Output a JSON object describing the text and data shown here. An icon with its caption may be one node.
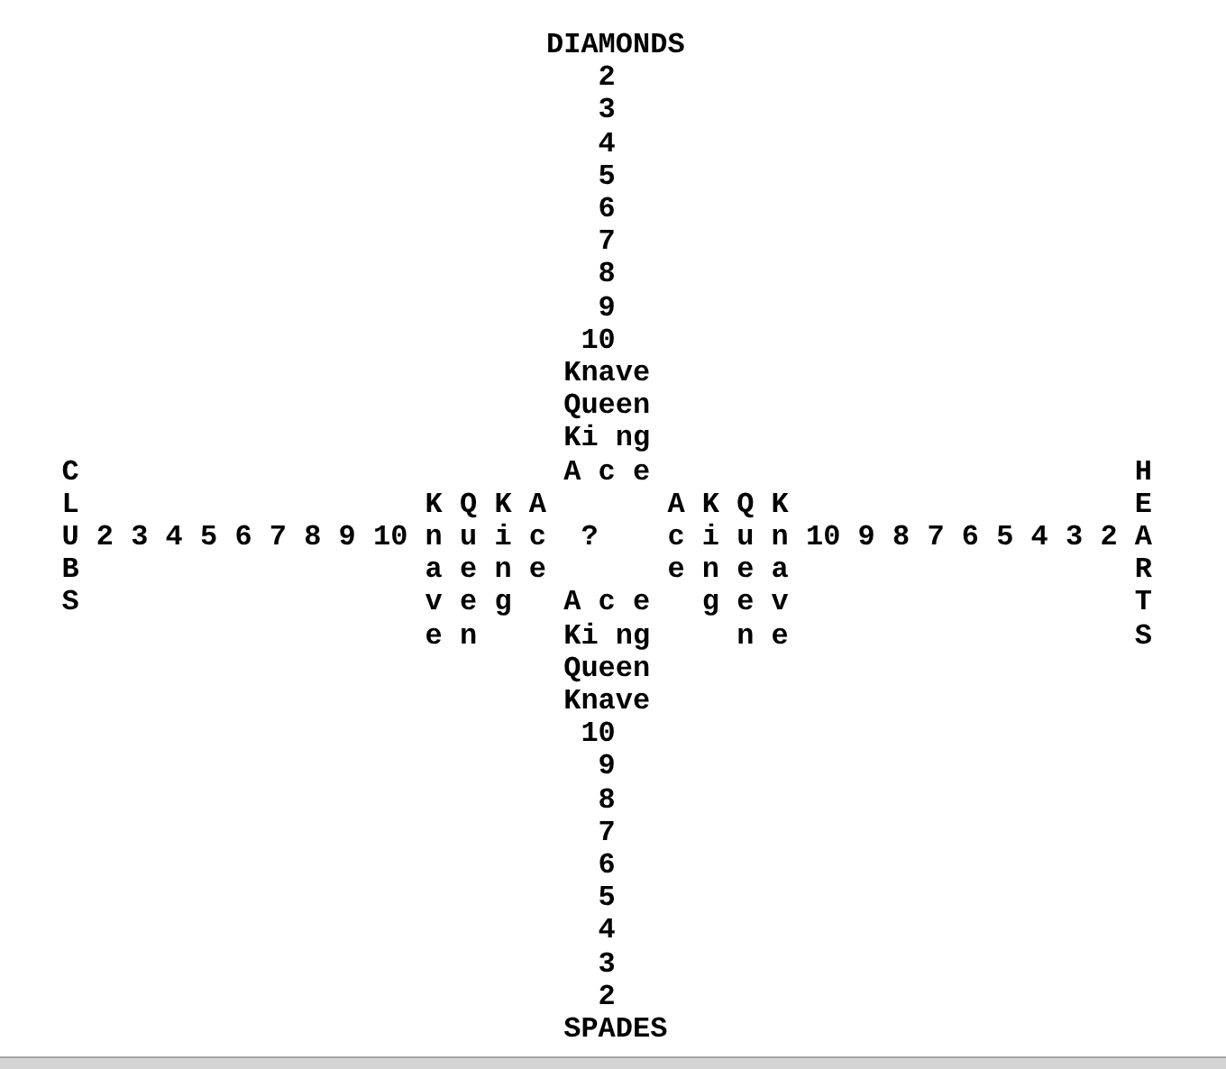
{
  "diagram": {
    "labels": [
      "DIAMONDS",
      "2",
      "3",
      "4",
      "5",
      "6",
      "7",
      "8",
      "9",
      "10",
      "Knave",
      "Queen",
      "Ki ng",
      "A c e",
      "CLUBS",
      "2",
      "3",
      "4",
      "5",
      "6",
      "7",
      "8",
      "9",
      "10",
      "Knave",
      "Queen",
      "King",
      "Ace",
      "?",
      "Ace",
      "King",
      "Queen",
      "Knave",
      "10",
      "9",
      "8",
      "7",
      "6",
      "5",
      "4",
      "3",
      "2",
      "HEARTS",
      "A c e",
      "Ki ng",
      "Queen",
      "Knave",
      "10",
      "9",
      "8",
      "7",
      "6",
      "5",
      "4",
      "3",
      "2",
      "SPADES"
    ]
  }
}
